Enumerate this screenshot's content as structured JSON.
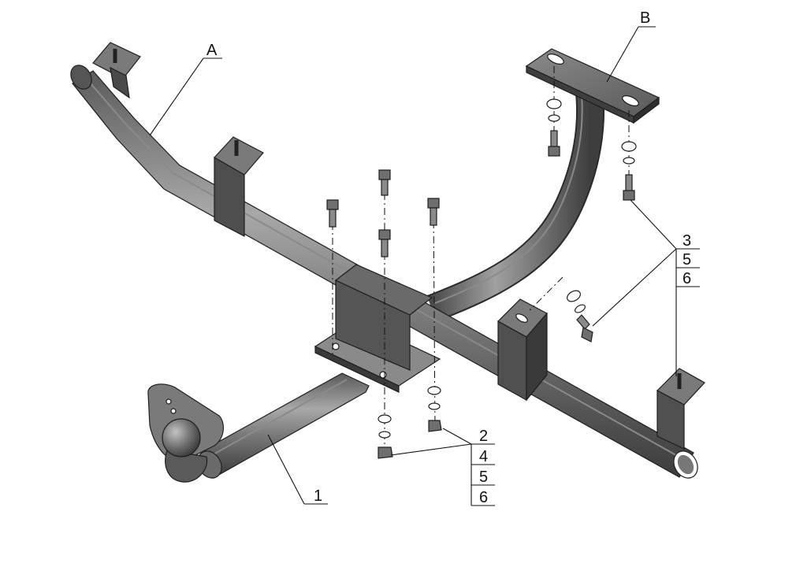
{
  "callouts": {
    "a": "A",
    "b": "B",
    "item_1": "1",
    "stack_bolts": [
      "3",
      "5",
      "6"
    ],
    "stack_nuts": [
      "2",
      "4",
      "5",
      "6"
    ]
  },
  "colors": {
    "metal_dark": "#4a4a4a",
    "metal_mid": "#6e6e6e",
    "metal_light": "#9a9a9a",
    "line": "#111111"
  }
}
